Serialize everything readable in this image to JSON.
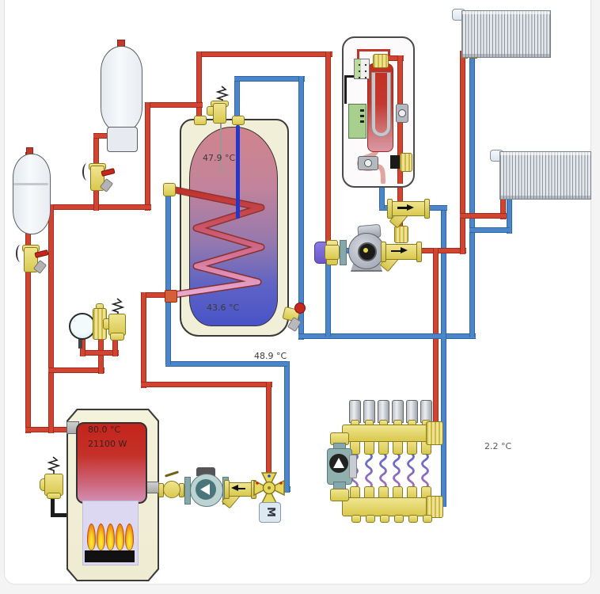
{
  "labels": {
    "tank_top_temp": "47.9 °C",
    "tank_bottom_temp": "43.6 °C",
    "heating_return_temp": "48.9 °C",
    "boiler_temp": "80.0 °C",
    "boiler_power": "21100 W",
    "outdoor_temp": "2.2 °C",
    "mixing_valve_actuator": "M"
  },
  "colors": {
    "hot_pipe": "#d14432",
    "cold_pipe": "#4a86c9",
    "brass": "#e7d95f",
    "shell_cream": "#f2efd9"
  }
}
